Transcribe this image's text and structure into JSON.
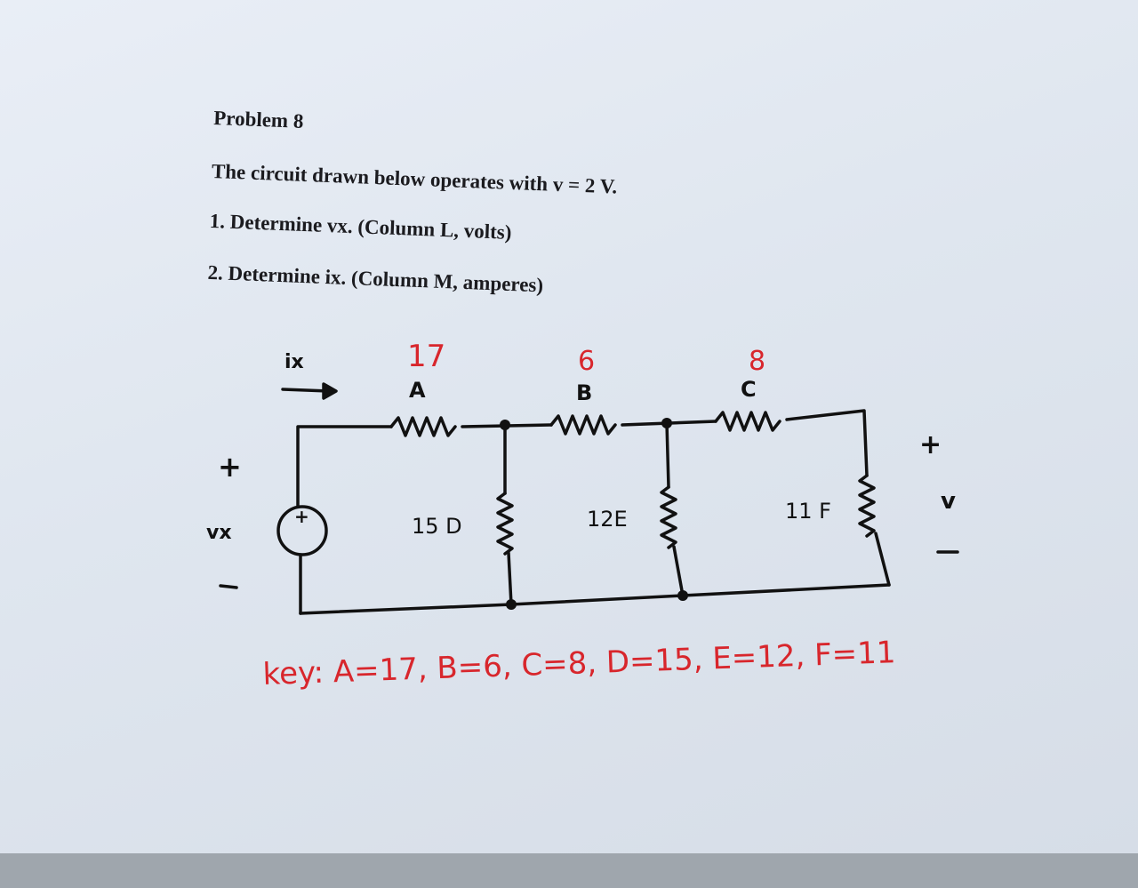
{
  "problem": {
    "title": "Problem 8",
    "statement": "The circuit drawn below operates with v = 2 V.",
    "items": [
      "1. Determine vx. (Column L, volts)",
      "2. Determine ix. (Column M, amperes)"
    ]
  },
  "circuit": {
    "current_label": "ix",
    "source_polarity": "+",
    "vx_label": "vx",
    "vx_plus": "+",
    "vx_minus": "−",
    "v_label": "v",
    "v_plus": "+",
    "v_minus": "−",
    "resistors": {
      "A": {
        "value": "17",
        "letter": "A"
      },
      "B": {
        "value": "6",
        "letter": "B"
      },
      "C": {
        "value": "8",
        "letter": "C"
      },
      "D": {
        "label": "15 D"
      },
      "E": {
        "label": "12E"
      },
      "F": {
        "label": "11 F"
      }
    }
  },
  "key_text": "key: A=17, B=6, C=8, D=15, E=12, F=11",
  "colors": {
    "ink": "#111111",
    "red": "#d8262c",
    "paper": "#e3e9f1"
  }
}
